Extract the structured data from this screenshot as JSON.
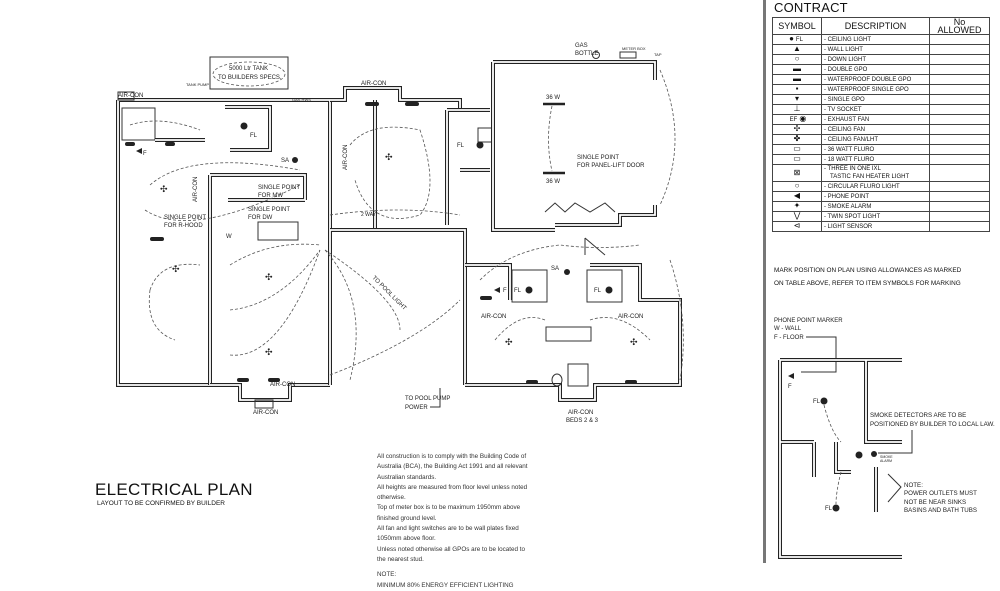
{
  "plan": {
    "title": "ELECTRICAL PLAN",
    "subtitle": "LAYOUT TO BE CONFIRMED BY BUILDER",
    "labels": {
      "tank_1": "5000 Ltr TANK",
      "tank_2": "TO BUILDERS SPECS.",
      "tank_pump": "TANK PUMP",
      "gas_hws": "GAS HWS",
      "aircon": "AIR-CON",
      "gas_bottle_1": "GAS",
      "gas_bottle_2": "BOTTLE",
      "meter_box": "METER BOX",
      "tap": "TAP",
      "fl": "FL",
      "sa": "SA",
      "f": "F",
      "w": "W",
      "sp_mw_1": "SINGLE POINT",
      "sp_mw_2": "FOR MW",
      "sp_dw_1": "SINGLE POINT",
      "sp_dw_2": "FOR DW",
      "sp_rh_1": "SINGLE POINT",
      "sp_rh_2": "FOR R-HOOD",
      "two_way": "2 WAY",
      "w36": "36 W",
      "panel_lift_1": "SINGLE POINT",
      "panel_lift_2": "FOR PANEL-LIFT DOOR",
      "pool_light": "TO POOL LIGHT",
      "pool_pump_1": "TO POOL PUMP",
      "pool_pump_2": "POWER",
      "beds": "BEDS 2 & 3"
    },
    "notes": [
      "All construction is to comply with the Building Code of",
      "Australia (BCA), the Building Act 1991 and all relevant",
      "Australian standards.",
      "All heights are measured from floor level unless noted",
      "otherwise.",
      "Top of meter box is to be maximum 1950mm above",
      "finished ground level.",
      "All fan and light switches are to be wall plates fixed",
      "1050mm above floor.",
      "Unless noted otherwise all GPOs are to be located to",
      "the nearest stud.",
      "",
      "NOTE:",
      "MINIMUM 80% ENERGY EFFICIENT LIGHTING"
    ]
  },
  "contract": {
    "title": "CONTRACT",
    "headers": [
      "SYMBOL",
      "DESCRIPTION",
      "No ALLOWED"
    ],
    "rows": [
      {
        "symbol": "ceiling-light-icon",
        "symbol_text": "FL",
        "description": "- CEILING LIGHT",
        "allowed": ""
      },
      {
        "symbol": "wall-light-icon",
        "description": "- WALL LIGHT",
        "allowed": ""
      },
      {
        "symbol": "down-light-icon",
        "description": "- DOWN LIGHT",
        "allowed": ""
      },
      {
        "symbol": "double-gpo-icon",
        "description": "- DOUBLE GPO",
        "allowed": ""
      },
      {
        "symbol": "waterproof-double-gpo-icon",
        "description": "- WATERPROOF DOUBLE GPO",
        "allowed": ""
      },
      {
        "symbol": "waterproof-single-gpo-icon",
        "description": "- WATERPROOF SINGLE GPO",
        "allowed": ""
      },
      {
        "symbol": "single-gpo-icon",
        "description": "- SINGLE GPO",
        "allowed": ""
      },
      {
        "symbol": "tv-socket-icon",
        "description": "- TV SOCKET",
        "allowed": ""
      },
      {
        "symbol": "exhaust-fan-icon",
        "symbol_text": "EF",
        "description": "- EXHAUST FAN",
        "allowed": ""
      },
      {
        "symbol": "ceiling-fan-icon",
        "description": "- CEILING FAN",
        "allowed": ""
      },
      {
        "symbol": "ceiling-fan-light-icon",
        "description": "- CEILING FAN/LHT",
        "allowed": ""
      },
      {
        "symbol": "fluoro-36w-icon",
        "description": "- 36 WATT FLURO",
        "allowed": ""
      },
      {
        "symbol": "fluoro-18w-icon",
        "description": "- 18 WATT FLURO",
        "allowed": ""
      },
      {
        "symbol": "three-in-one-icon",
        "description": "- THREE IN ONE IXL",
        "description_2": "TASTIC FAN HEATER LIGHT",
        "allowed": ""
      },
      {
        "symbol": "circular-fluoro-icon",
        "description": "- CIRCULAR FLURO LIGHT",
        "allowed": ""
      },
      {
        "symbol": "phone-point-icon",
        "description": "- PHONE POINT",
        "allowed": ""
      },
      {
        "symbol": "smoke-alarm-icon",
        "description": "- SMOKE  ALARM",
        "allowed": ""
      },
      {
        "symbol": "twin-spot-light-icon",
        "description": "- TWIN SPOT LIGHT",
        "allowed": ""
      },
      {
        "symbol": "light-sensor-icon",
        "description": "- LIGHT SENSOR",
        "allowed": ""
      }
    ],
    "note_1": "MARK POSITION ON PLAN USING ALLOWANCES AS MARKED",
    "note_2": "ON TABLE ABOVE,  REFER TO ITEM SYMBOLS FOR MARKING"
  },
  "example": {
    "marker_title": "PHONE POINT MARKER",
    "marker_w": "W - WALL",
    "marker_f": "F - FLOOR",
    "f": "F",
    "fl": "FL",
    "smoke_1": "SMOKE DETECTORS ARE TO BE",
    "smoke_2": "POSITIONED BY BUILDER TO LOCAL LAW.",
    "smoke_alarm_1": "SMOKE",
    "smoke_alarm_2": "ALARM",
    "note_title": "NOTE:",
    "note_1": "POWER OUTLETS MUST",
    "note_2": "NOT BE NEAR SINKS",
    "note_3": "BASINS AND BATH TUBS"
  }
}
